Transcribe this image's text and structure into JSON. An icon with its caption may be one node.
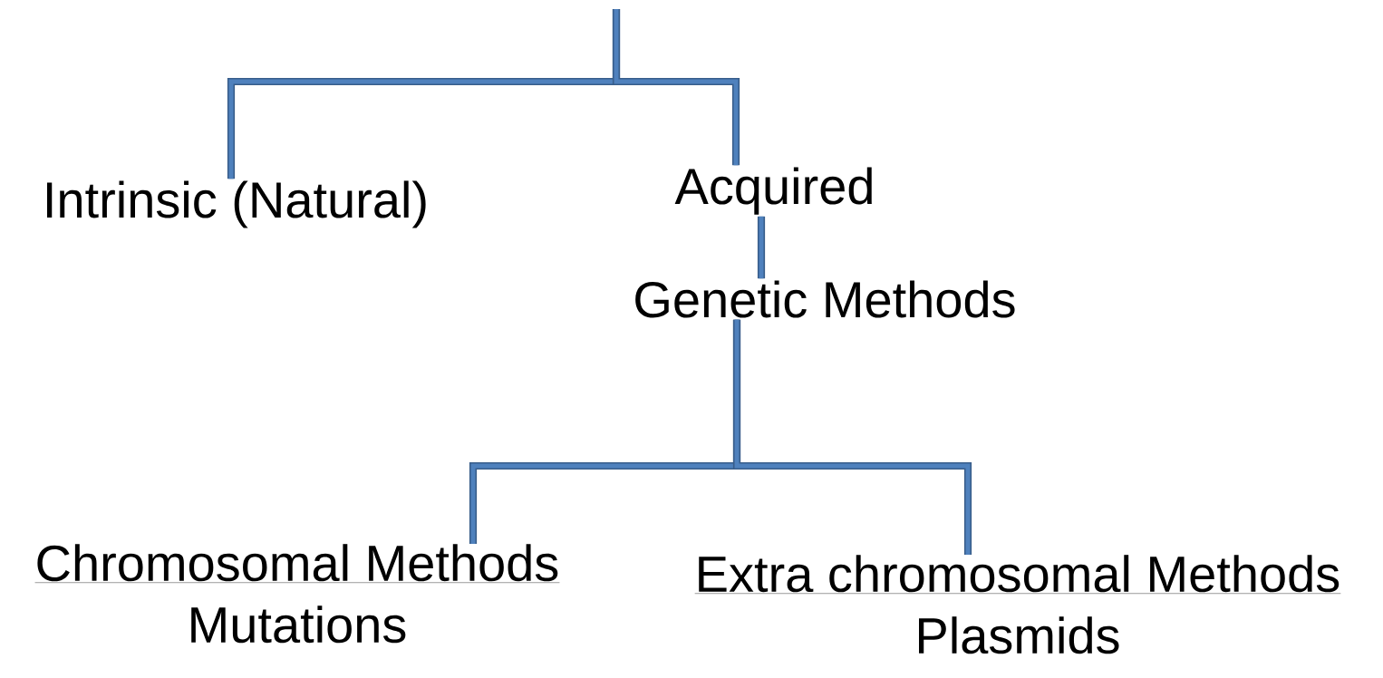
{
  "diagram": {
    "nodes": [
      {
        "text": [
          "Intrinsic (Natural)"
        ]
      },
      {
        "text": [
          "Acquired"
        ]
      },
      {
        "text": [
          "Genetic Methods"
        ]
      },
      {
        "text": [
          "Chromosomal Methods",
          "Mutations"
        ]
      },
      {
        "text": [
          "Extra chromosomal Methods",
          "Plasmids"
        ]
      }
    ],
    "edges": [
      {
        "from": null,
        "to": 0,
        "arrow": "none"
      },
      {
        "from": null,
        "to": 1,
        "arrow": "none"
      },
      {
        "from": 1,
        "to": 2,
        "arrow": "none"
      },
      {
        "from": 2,
        "to": 3,
        "arrow": "none"
      },
      {
        "from": 2,
        "to": 4,
        "arrow": "none"
      }
    ]
  }
}
